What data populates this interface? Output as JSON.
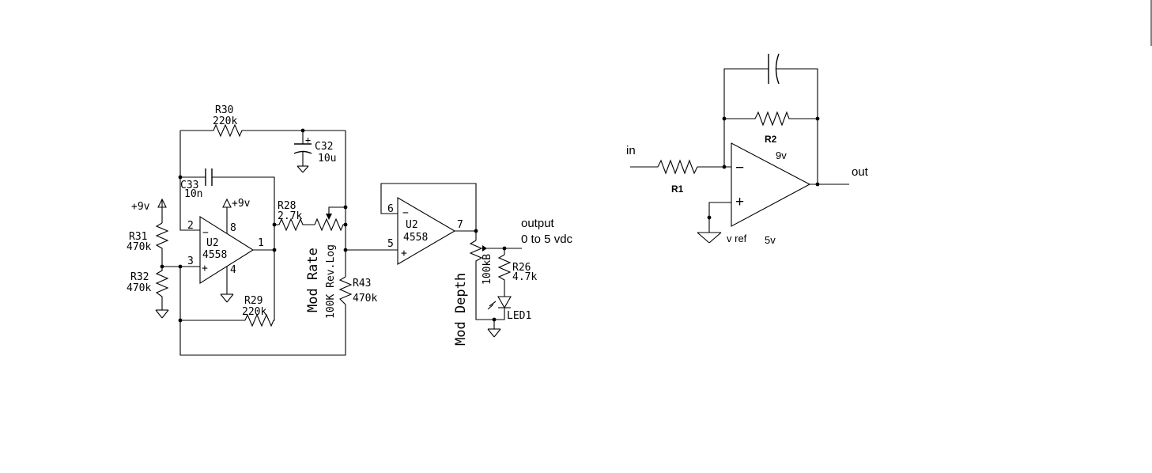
{
  "lfo": {
    "r30": {
      "ref": "R30",
      "value": "220k"
    },
    "c32": {
      "ref": "C32",
      "value": "10u",
      "plus": "+"
    },
    "c33": {
      "ref": "C33",
      "value": "10n"
    },
    "supply": {
      "label": "+9v"
    },
    "u2a": {
      "ref": "U2",
      "part": "4558",
      "minus": "−",
      "plus": "+",
      "pin2": "2",
      "pin3": "3",
      "pin8": "8",
      "pin4": "4",
      "pin1": "1",
      "vcc": "+9v"
    },
    "r31": {
      "ref": "R31",
      "value": "470k"
    },
    "r32": {
      "ref": "R32",
      "value": "470k"
    },
    "r28": {
      "ref": "R28",
      "value": "2.7k"
    },
    "mod_rate": {
      "name": "Mod Rate",
      "value": "100K Rev.Log"
    },
    "r29": {
      "ref": "R29",
      "value": "220k"
    },
    "r43": {
      "ref": "R43",
      "value": "470k"
    },
    "u2b": {
      "ref": "U2",
      "part": "4558",
      "minus": "−",
      "plus": "+",
      "pin6": "6",
      "pin5": "5",
      "pin7": "7"
    },
    "output": {
      "line1": "output",
      "line2": "0 to 5 vdc"
    },
    "mod_depth": {
      "name": "Mod Depth",
      "value": "100kB"
    },
    "r26": {
      "ref": "R26",
      "value": "4.7k"
    },
    "led": {
      "ref": "LED1"
    }
  },
  "integrator": {
    "in_label": "in",
    "out_label": "out",
    "r1": "R1",
    "r2": "R2",
    "minus": "−",
    "plus": "+",
    "supply": "9v",
    "vref": "v ref",
    "vref_value": "5v"
  }
}
